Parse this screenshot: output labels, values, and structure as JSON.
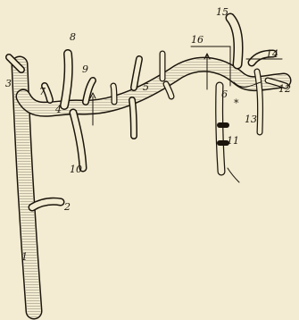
{
  "figure": {
    "background": "#f3ecd2",
    "ink": "#1b150c",
    "labels": [
      "1",
      "2",
      "3",
      "4",
      "5",
      "6",
      "7",
      "8",
      "9",
      "10",
      "11",
      "12",
      "13",
      "14",
      "15",
      "16",
      "*"
    ]
  }
}
